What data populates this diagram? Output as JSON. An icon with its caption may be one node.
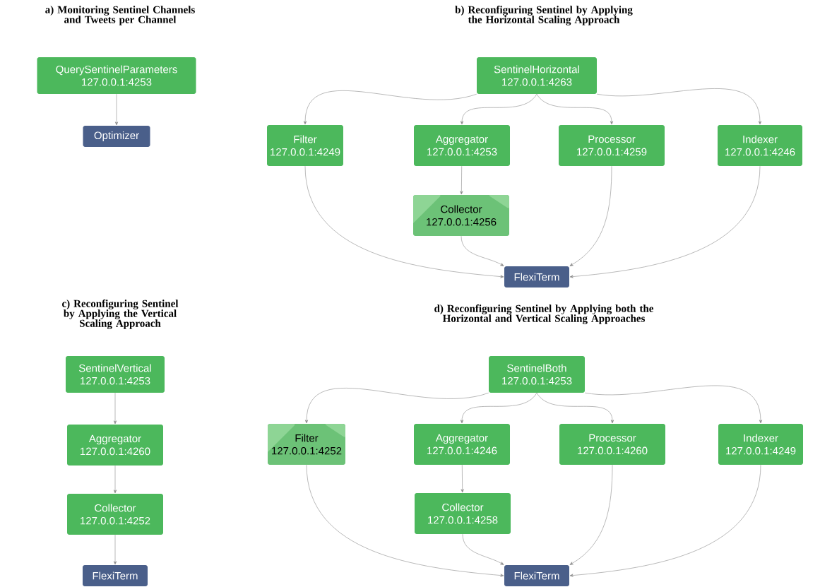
{
  "diagram": {
    "nodes": [
      {
        "text": [
          "QuerySentinelParameters",
          "127.0.0.1:4253"
        ]
      },
      {
        "text": [
          "Optimizer"
        ]
      },
      {
        "text": [
          "SentinelHorizontal",
          "127.0.0.1:4263"
        ]
      },
      {
        "text": [
          "Filter",
          "127.0.0.1:4249"
        ]
      },
      {
        "text": [
          "Aggregator",
          "127.0.0.1:4253"
        ]
      },
      {
        "text": [
          "Processor",
          "127.0.0.1:4259"
        ]
      },
      {
        "text": [
          "Indexer",
          "127.0.0.1:4246"
        ]
      },
      {
        "text": [
          "Collector",
          "127.0.0.1:4256"
        ]
      },
      {
        "text": [
          "FlexiTerm"
        ]
      },
      {
        "text": [
          "SentinelVertical",
          "127.0.0.1:4253"
        ]
      },
      {
        "text": [
          "Aggregator",
          "127.0.0.1:4260"
        ]
      },
      {
        "text": [
          "Collector",
          "127.0.0.1:4252"
        ]
      },
      {
        "text": [
          "FlexiTerm"
        ]
      },
      {
        "text": [
          "SentinelBoth",
          "127.0.0.1:4253"
        ]
      },
      {
        "text": [
          "Filter",
          "127.0.0.1:4252"
        ]
      },
      {
        "text": [
          "Aggregator",
          "127.0.0.1:4246"
        ]
      },
      {
        "text": [
          "Processor",
          "127.0.0.1:4260"
        ]
      },
      {
        "text": [
          "Indexer",
          "127.0.0.1:4249"
        ]
      },
      {
        "text": [
          "Collector",
          "127.0.0.1:4258"
        ]
      },
      {
        "text": [
          "FlexiTerm"
        ]
      }
    ],
    "edges": [
      {
        "from": 0,
        "to": 1,
        "arrow": "to"
      },
      {
        "from": 2,
        "to": 3,
        "arrow": "to"
      },
      {
        "from": 2,
        "to": 4,
        "arrow": "to"
      },
      {
        "from": 2,
        "to": 5,
        "arrow": "to"
      },
      {
        "from": 2,
        "to": 6,
        "arrow": "to"
      },
      {
        "from": 4,
        "to": 7,
        "arrow": "to"
      },
      {
        "from": 3,
        "to": 8,
        "arrow": "to"
      },
      {
        "from": 7,
        "to": 8,
        "arrow": "to"
      },
      {
        "from": 5,
        "to": 8,
        "arrow": "to"
      },
      {
        "from": 6,
        "to": 8,
        "arrow": "to"
      },
      {
        "from": 9,
        "to": 10,
        "arrow": "to"
      },
      {
        "from": 10,
        "to": 11,
        "arrow": "to"
      },
      {
        "from": 11,
        "to": 12,
        "arrow": "to"
      },
      {
        "from": 13,
        "to": 14,
        "arrow": "to"
      },
      {
        "from": 13,
        "to": 15,
        "arrow": "to"
      },
      {
        "from": 13,
        "to": 16,
        "arrow": "to"
      },
      {
        "from": 13,
        "to": 17,
        "arrow": "to"
      },
      {
        "from": 15,
        "to": 18,
        "arrow": "to"
      },
      {
        "from": 14,
        "to": 19,
        "arrow": "to"
      },
      {
        "from": 18,
        "to": 19,
        "arrow": "to"
      },
      {
        "from": 16,
        "to": 19,
        "arrow": "to"
      },
      {
        "from": 17,
        "to": 19,
        "arrow": "to"
      }
    ],
    "labels": [
      "a) Monitoring Sentinel Channels and Tweets per Channel",
      "b) Reconfiguring Sentinel by Applying the Horizontal Scaling Approach",
      "c) Reconfiguring Sentinel by Applying the Vertical Scaling Approach",
      "d) Reconfiguring Sentinel by Applying both the Horizontal and Vertical Scaling Approaches"
    ]
  }
}
